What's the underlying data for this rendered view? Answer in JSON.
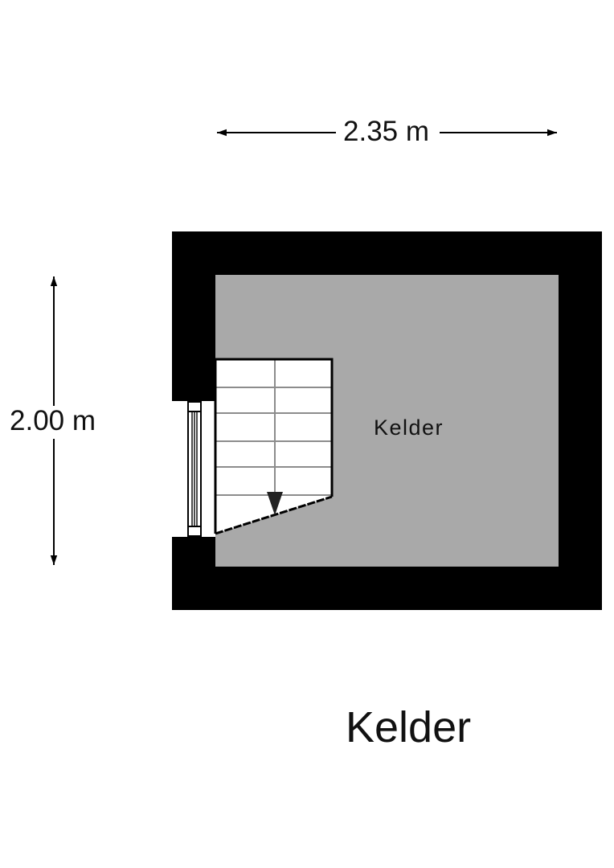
{
  "floor": {
    "title": "Kelder"
  },
  "dimensions": {
    "width_label": "2.35 m",
    "height_label": "2.00 m"
  },
  "rooms": [
    {
      "name": "Kelder",
      "fill_color": "#a9a9a9"
    }
  ],
  "colors": {
    "wall": "#000000",
    "room_fill": "#a9a9a9",
    "stair_fill": "#ffffff",
    "stair_tread_line": "#8c8c8c",
    "background": "#ffffff"
  },
  "stairs": {
    "tread_count": 6,
    "direction": "down"
  }
}
